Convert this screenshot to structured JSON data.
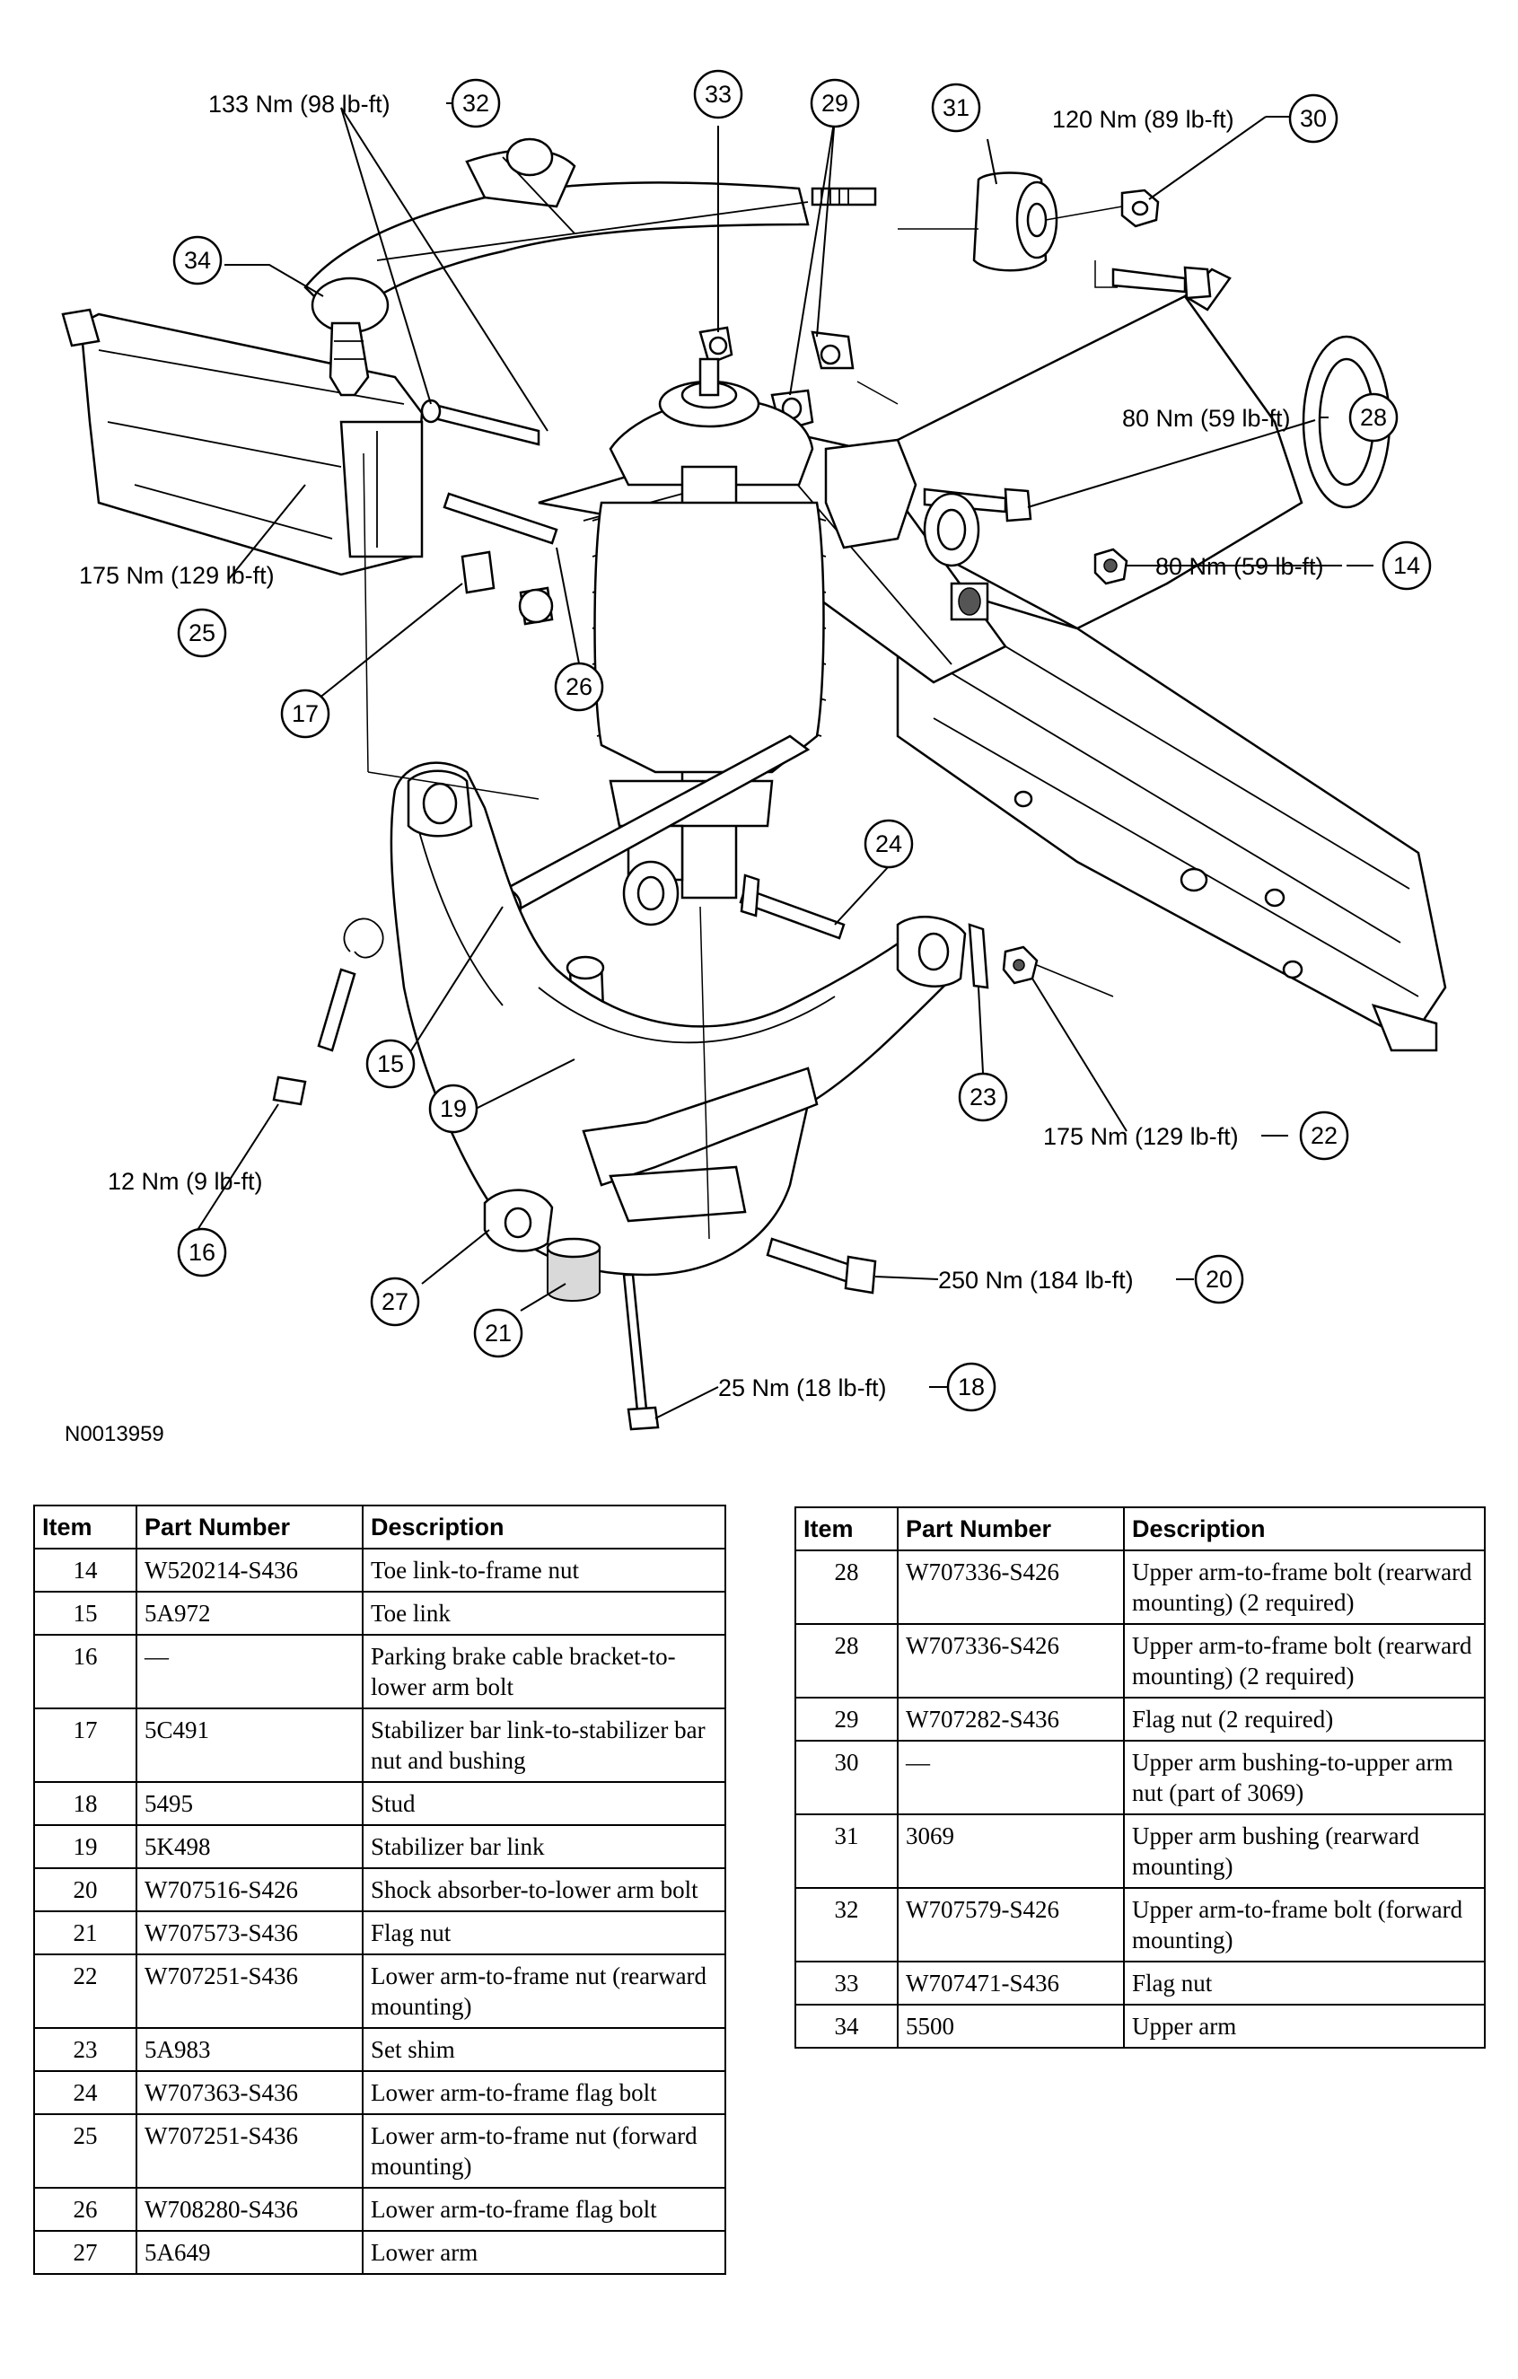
{
  "diagram": {
    "figure_id": "N0013959",
    "callouts": [
      {
        "num": "32",
        "torque": "133 Nm (98 lb-ft)"
      },
      {
        "num": "33",
        "torque": ""
      },
      {
        "num": "29",
        "torque": ""
      },
      {
        "num": "31",
        "torque": ""
      },
      {
        "num": "30",
        "torque": "120 Nm (89 lb-ft)"
      },
      {
        "num": "34",
        "torque": ""
      },
      {
        "num": "28",
        "torque": "80 Nm (59 lb-ft)"
      },
      {
        "num": "14",
        "torque": "80 Nm (59 lb-ft)"
      },
      {
        "num": "25",
        "torque": "175 Nm (129 lb-ft)"
      },
      {
        "num": "17",
        "torque": ""
      },
      {
        "num": "26",
        "torque": ""
      },
      {
        "num": "24",
        "torque": ""
      },
      {
        "num": "15",
        "torque": ""
      },
      {
        "num": "19",
        "torque": ""
      },
      {
        "num": "23",
        "torque": ""
      },
      {
        "num": "22",
        "torque": "175 Nm (129 lb-ft)"
      },
      {
        "num": "16",
        "torque": "12 Nm (9 lb-ft)"
      },
      {
        "num": "27",
        "torque": ""
      },
      {
        "num": "20",
        "torque": "250 Nm (184 lb-ft)"
      },
      {
        "num": "21",
        "torque": ""
      },
      {
        "num": "18",
        "torque": "25 Nm (18 lb-ft)"
      }
    ]
  },
  "parts_table": {
    "headers": [
      "Item",
      "Part Number",
      "Description"
    ],
    "left_rows": [
      {
        "item": "14",
        "part": "W520214-S436",
        "desc": "Toe link-to-frame nut"
      },
      {
        "item": "15",
        "part": "5A972",
        "desc": "Toe link"
      },
      {
        "item": "16",
        "part": "—",
        "desc": "Parking brake cable bracket-to-lower arm bolt"
      },
      {
        "item": "17",
        "part": "5C491",
        "desc": "Stabilizer bar link-to-stabilizer bar nut and bushing"
      },
      {
        "item": "18",
        "part": "5495",
        "desc": "Stud"
      },
      {
        "item": "19",
        "part": "5K498",
        "desc": "Stabilizer bar link"
      },
      {
        "item": "20",
        "part": "W707516-S426",
        "desc": "Shock absorber-to-lower arm bolt"
      },
      {
        "item": "21",
        "part": "W707573-S436",
        "desc": "Flag nut"
      },
      {
        "item": "22",
        "part": "W707251-S436",
        "desc": "Lower arm-to-frame nut (rearward mounting)"
      },
      {
        "item": "23",
        "part": "5A983",
        "desc": "Set shim"
      },
      {
        "item": "24",
        "part": "W707363-S436",
        "desc": "Lower arm-to-frame flag bolt"
      },
      {
        "item": "25",
        "part": "W707251-S436",
        "desc": "Lower arm-to-frame nut (forward mounting)"
      },
      {
        "item": "26",
        "part": "W708280-S436",
        "desc": "Lower arm-to-frame flag bolt"
      },
      {
        "item": "27",
        "part": "5A649",
        "desc": "Lower arm"
      }
    ],
    "right_rows": [
      {
        "item": "28",
        "part": "W707336-S426",
        "desc": "Upper arm-to-frame bolt (rearward mounting) (2 required)"
      },
      {
        "item": "28",
        "part": "W707336-S426",
        "desc": "Upper arm-to-frame bolt (rearward mounting) (2 required)"
      },
      {
        "item": "29",
        "part": "W707282-S436",
        "desc": "Flag nut (2 required)"
      },
      {
        "item": "30",
        "part": "—",
        "desc": "Upper arm bushing-to-upper arm nut (part of 3069)"
      },
      {
        "item": "31",
        "part": "3069",
        "desc": "Upper arm bushing (rearward mounting)"
      },
      {
        "item": "32",
        "part": "W707579-S426",
        "desc": "Upper arm-to-frame bolt (forward mounting)"
      },
      {
        "item": "33",
        "part": "W707471-S436",
        "desc": "Flag nut"
      },
      {
        "item": "34",
        "part": "5500",
        "desc": "Upper arm"
      }
    ]
  }
}
